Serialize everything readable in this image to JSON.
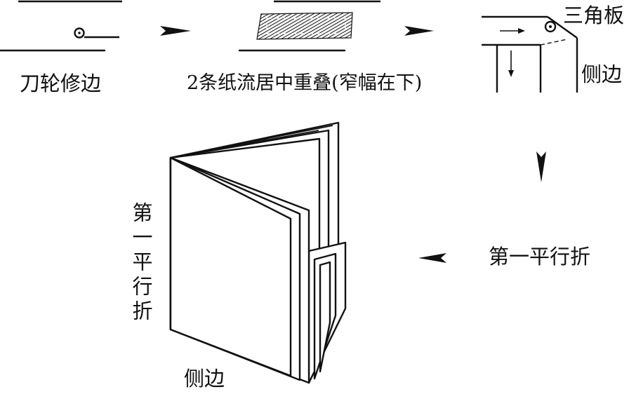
{
  "labels": {
    "step1": "刀轮修边",
    "step2": "2条纸流居中重叠(窄幅在下)",
    "triangle_board": "三角板",
    "side_edge_top": "侧边",
    "step4": "第一平行折",
    "fold_vertical": "第一平行折",
    "side_edge_bottom": "侧边"
  },
  "colors": {
    "line": "#111111",
    "background": "#ffffff"
  },
  "icons": {
    "flow_arrow": "arrow-right-icon",
    "flow_arrow_down": "arrow-down-icon",
    "flow_arrow_left": "arrow-left-icon",
    "knife_wheel": "circle-dot-icon"
  }
}
